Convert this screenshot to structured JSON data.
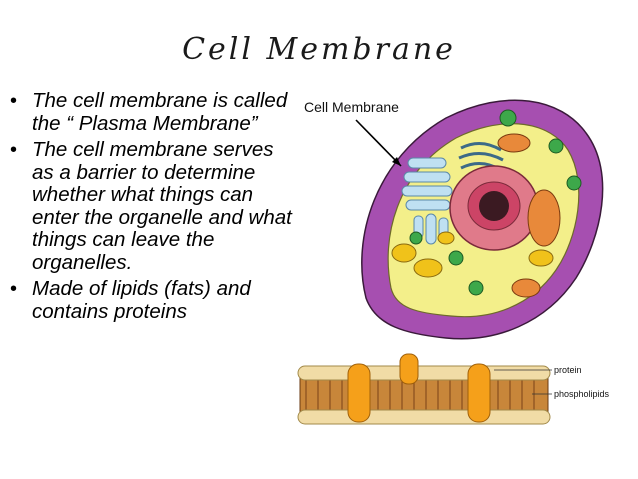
{
  "title": "Cell Membrane",
  "bullets": [
    "The cell membrane is called the “ Plasma Membrane”",
    "The cell membrane serves as a barrier to determine whether what things can enter the organelle and what things can leave the organelles.",
    "Made of lipids (fats) and contains proteins"
  ],
  "bullet_symbol": "•",
  "figure": {
    "cell_label": "Cell Membrane",
    "protein_label": "protein",
    "phospholipids_label": "phospholipids"
  }
}
